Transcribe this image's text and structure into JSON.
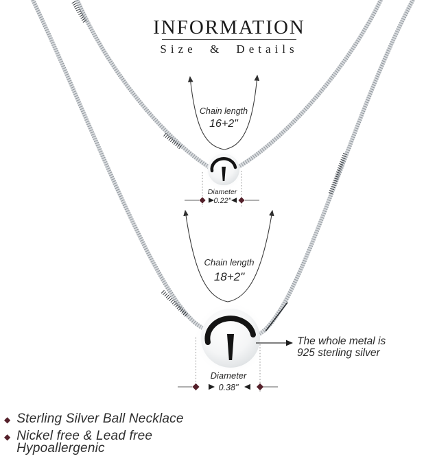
{
  "header": {
    "title": "INFORMATION",
    "subtitle": "Size & Details"
  },
  "necklaces": {
    "small": {
      "chain_length_label": "Chain length",
      "chain_length_value": "16+2\"",
      "diameter_label": "Diameter",
      "diameter_value": "0.22\""
    },
    "large": {
      "chain_length_label": "Chain length",
      "chain_length_value": "18+2\"",
      "diameter_label": "Diameter",
      "diameter_value": "0.38\"",
      "metal_note_line1": "The whole metal is",
      "metal_note_line2": "925 sterling silver"
    }
  },
  "features": {
    "bullet_glyph": "◆",
    "items": [
      {
        "line1": "Sterling Silver Ball Necklace",
        "line2": ""
      },
      {
        "line1": "Nickel free & Lead free",
        "line2": "Hypoallergenic"
      }
    ]
  },
  "colors": {
    "background": "#ffffff",
    "text_primary": "#1b1b1b",
    "annotation_text": "#2b2b2b",
    "chain_silver": "#8f959b",
    "chain_highlight": "#d8dbde",
    "chain_dark_accent": "#33373c",
    "diamond_marker": "#54202a",
    "dotted_line": "#9b9b9b",
    "arrow_line": "#3c3c3c",
    "sphere_shine": "#141414"
  }
}
